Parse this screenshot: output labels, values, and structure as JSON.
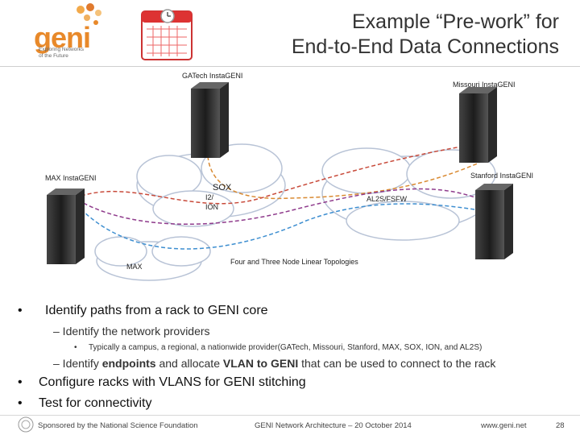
{
  "header": {
    "title_line1": "Example “Pre-work” for",
    "title_line2": "End-to-End Data Connections",
    "logo_text": "geni",
    "logo_tagline_1": "Exploring Networks",
    "logo_tagline_2": "of the Future"
  },
  "diagram": {
    "labels": {
      "gatech": "GATech InstaGENI",
      "missouri": "Missouri InstaGENI",
      "max_rack": "MAX InstaGENI",
      "stanford": "Stanford InstaGENI",
      "sox": "SOX",
      "i2": "I2/",
      "ion": "ION",
      "al2s": "AL2S/FSFW",
      "max_net": "MAX",
      "topologies": "Four and Three Node Linear Topologies"
    }
  },
  "bullets": {
    "b1": "Identify paths from a rack to GENI core",
    "b1_sub": "– Identify the network providers",
    "b1_subsub": "Typically a campus, a regional, a nationwide provider(GATech, Missouri, Stanford, MAX, SOX, ION, and AL2S)",
    "b1_sub2_pre": "– Identify ",
    "b1_sub2_bold1": "endpoints",
    "b1_sub2_mid": " and allocate ",
    "b1_sub2_bold2": "VLAN to GENI",
    "b1_sub2_post": " that can be used to connect to the rack",
    "b2": "Configure racks with VLANS for GENI stitching",
    "b3": "Test for connectivity",
    "bullet_char": "•",
    "subbullet_char": "•"
  },
  "footer": {
    "left": "Sponsored by the National Science Foundation",
    "center": "GENI Network Architecture – 20 October 2014",
    "url": "www.geni.net",
    "page": "28"
  }
}
